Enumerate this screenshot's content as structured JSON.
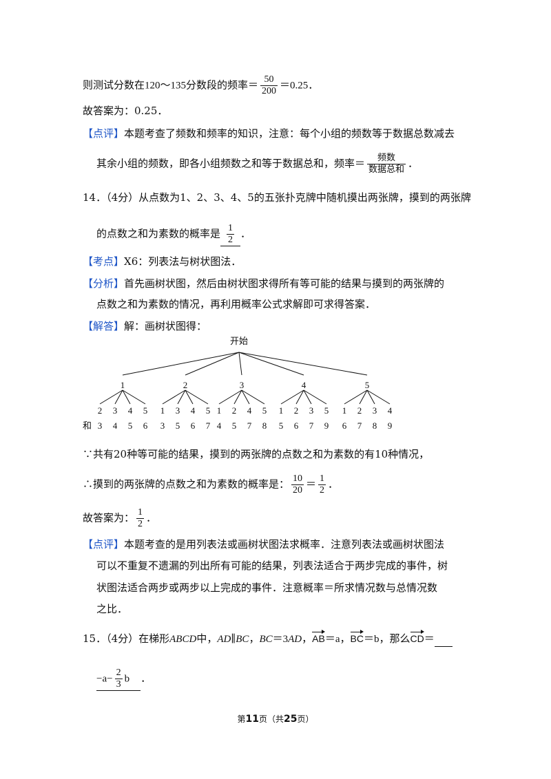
{
  "l1": {
    "pre": "则测试分数在",
    "range": "120～135",
    "mid": "分数段的频率＝",
    "num": "50",
    "den": "200",
    "post": "＝0.25．"
  },
  "l2": "故答案为：0.25．",
  "dp1": {
    "tag": "【点评】",
    "t1": "本题考查了频数和频率的知识，注意：每个小组的频数等于数据总数减去",
    "t2": "其余小组的频数，即各小组频数之和等于数据总和，频率＝",
    "num": "频数",
    "den": "数据总和",
    "end": "．"
  },
  "q14": {
    "t1": "14．（4分）从点数为1、2、3、4、5的五张扑克牌中随机摸出两张牌，摸到的两张牌",
    "t2": "的点数之和为素数的概率是",
    "ans_num": "1",
    "ans_den": "2",
    "end": "．"
  },
  "kd": {
    "tag": "【考点】",
    "text": "X6：列表法与树状图法．"
  },
  "fx": {
    "tag": "【分析】",
    "t1": "首先画树状图，然后由树状图求得所有等可能的结果与摸到的两张牌的",
    "t2": "点数之和为素数的情况，再利用概率公式求解即可求得答案．"
  },
  "jd": {
    "tag": "【解答】",
    "text": "解：画树状图得："
  },
  "tree": {
    "root": "开始",
    "level1": [
      "1",
      "2",
      "3",
      "4",
      "5"
    ],
    "children": [
      [
        "2",
        "3",
        "4",
        "5"
      ],
      [
        "1",
        "3",
        "4",
        "5"
      ],
      [
        "1",
        "2",
        "4",
        "5"
      ],
      [
        "1",
        "2",
        "3",
        "5"
      ],
      [
        "1",
        "2",
        "3",
        "4"
      ]
    ],
    "sum_label": "和",
    "sums": [
      [
        "3",
        "4",
        "5",
        "6"
      ],
      [
        "3",
        "5",
        "6",
        "7"
      ],
      [
        "4",
        "5",
        "7",
        "8"
      ],
      [
        "5",
        "6",
        "7",
        "9"
      ],
      [
        "6",
        "7",
        "8",
        "9"
      ]
    ]
  },
  "s1": "∵共有20种等可能的结果，摸到的两张牌的点数之和为素数的有10种情况，",
  "s2": {
    "pre": "∴摸到的两张牌的点数之和为素数的概率是：",
    "n1": "10",
    "d1": "20",
    "eq": "＝",
    "n2": "1",
    "d2": "2",
    "end": "．"
  },
  "s3": {
    "pre": "故答案为：",
    "n": "1",
    "d": "2",
    "end": "．"
  },
  "dp2": {
    "tag": "【点评】",
    "t1": "本题考查的是用列表法或画树状图法求概率．注意列表法或画树状图法",
    "t2": "可以不重复不遗漏的列出所有可能的结果，列表法适合于两步完成的事件，树",
    "t3": "状图法适合两步或两步以上完成的事件．注意概率＝所求情况数与总情况数",
    "t4": "之比．"
  },
  "q15": {
    "pre": "15．（4分）在梯形",
    "abcd": "ABCD",
    "t_in": "中，",
    "ad": "AD",
    "par": "∥",
    "bc": "BC",
    "cm": "，",
    "bc2": "BC",
    "eq3": "＝3",
    "ad2": "AD",
    "cm2": "，",
    "ab": "AB",
    "eqa": "＝a",
    "cm3": "，",
    "bcv": "BC",
    "eqb": "＝b",
    "then": "，那么",
    "cd": "CD",
    "eq": "＝"
  },
  "a15": {
    "neg": "−a−",
    "num": "2",
    "den": "3",
    "b": "b",
    "end": "．"
  },
  "footer": {
    "p1": "第",
    "cur": "11",
    "p2": "页（共",
    "tot": "25",
    "p3": "页）"
  }
}
